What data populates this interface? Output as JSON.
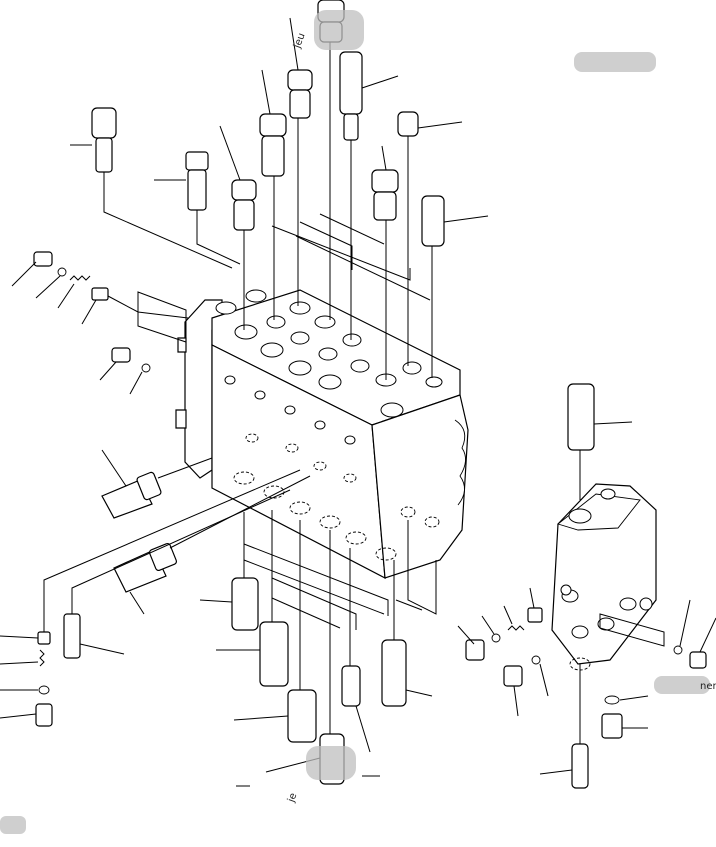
{
  "fragments": {
    "top_text": "jeu",
    "right_text": "ner",
    "bottom_text": "je"
  }
}
